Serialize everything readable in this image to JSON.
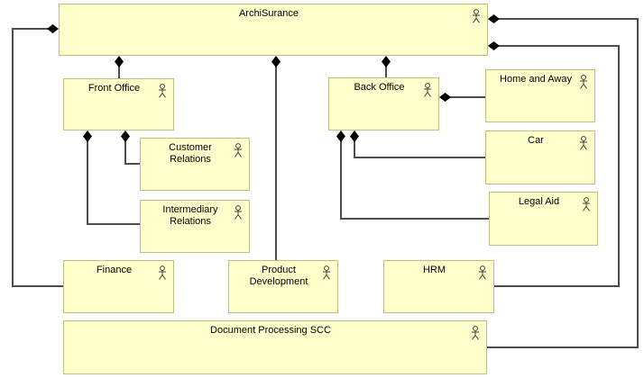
{
  "colors": {
    "background": "#FFFFFF",
    "box_fill": "#FFFFCC",
    "box_border": "#BEBE7E",
    "connector": "#4D4D4D",
    "diamond": "#000000",
    "text": "#000000"
  },
  "boxes": {
    "archisurance": {
      "label": "ArchiSurance"
    },
    "front_office": {
      "label": "Front Office"
    },
    "back_office": {
      "label": "Back Office"
    },
    "customer_relations": {
      "label": "Customer\nRelations"
    },
    "intermediary_relations": {
      "label": "Intermediary\nRelations"
    },
    "home_and_away": {
      "label": "Home and Away"
    },
    "car": {
      "label": "Car"
    },
    "legal_aid": {
      "label": "Legal Aid"
    },
    "finance": {
      "label": "Finance"
    },
    "product_development": {
      "label": "Product\nDevelopment"
    },
    "hrm": {
      "label": "HRM"
    },
    "document_processing": {
      "label": "Document Processing SCC"
    }
  },
  "icons": {
    "actor": "business-actor stick figure (circle head, arms, legs)"
  },
  "relations": [
    {
      "type": "composition",
      "parent": "ArchiSurance",
      "child": "Front Office"
    },
    {
      "type": "composition",
      "parent": "ArchiSurance",
      "child": "Back Office"
    },
    {
      "type": "composition",
      "parent": "ArchiSurance",
      "child": "Product Development"
    },
    {
      "type": "composition",
      "parent": "ArchiSurance",
      "child": "Finance"
    },
    {
      "type": "composition",
      "parent": "ArchiSurance",
      "child": "HRM"
    },
    {
      "type": "composition",
      "parent": "ArchiSurance",
      "child": "Document Processing SCC"
    },
    {
      "type": "composition",
      "parent": "Front Office",
      "child": "Customer Relations"
    },
    {
      "type": "composition",
      "parent": "Front Office",
      "child": "Intermediary Relations"
    },
    {
      "type": "composition",
      "parent": "Back Office",
      "child": "Home and Away"
    },
    {
      "type": "composition",
      "parent": "Back Office",
      "child": "Car"
    },
    {
      "type": "composition",
      "parent": "Back Office",
      "child": "Legal Aid"
    }
  ]
}
